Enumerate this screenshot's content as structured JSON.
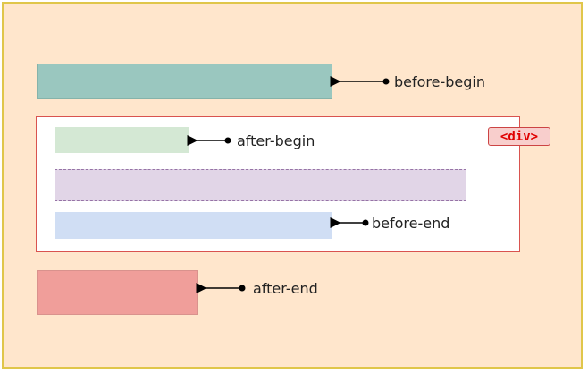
{
  "labels": {
    "before_begin": "before-begin",
    "after_begin": "after-begin",
    "before_end": "before-end",
    "after_end": "after-end"
  },
  "tag": "<div>",
  "colors": {
    "background": "#ffe6cc",
    "frame_border": "#e0c64a",
    "before_begin_fill": "#9ac7bf",
    "after_begin_fill": "#d4e8d4",
    "middle_fill": "#e1d5e7",
    "middle_border": "#9673a6",
    "before_end_fill": "#d0def4",
    "after_end_fill": "#f09e9a",
    "container_border": "#d9534f",
    "tag_fill": "#f8cecc",
    "tag_text": "#e00000"
  }
}
